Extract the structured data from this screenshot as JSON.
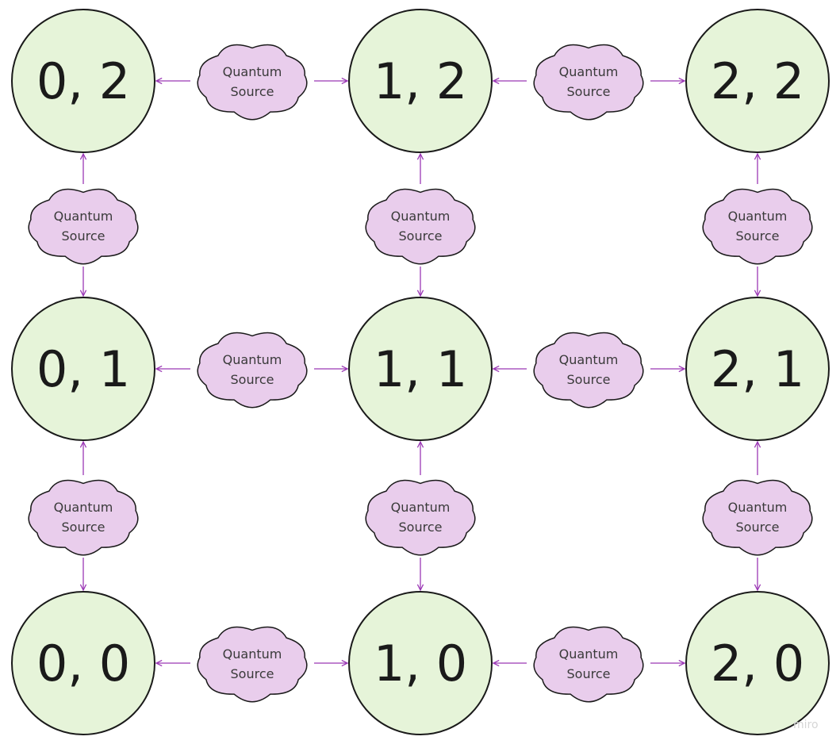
{
  "nodes": {
    "n00": "0, 0",
    "n01": "0, 1",
    "n02": "0, 2",
    "n10": "1, 0",
    "n11": "1, 1",
    "n12": "1, 2",
    "n20": "2, 0",
    "n21": "2, 1",
    "n22": "2, 2"
  },
  "source_label": {
    "line1": "Quantum",
    "line2": "Source"
  },
  "watermark": "miro",
  "colors": {
    "node_fill": "#e6f4d9",
    "node_stroke": "#1a1a1a",
    "cloud_fill": "#e9cdec",
    "cloud_stroke": "#1a1a1a",
    "arrow": "#9b38b5"
  }
}
